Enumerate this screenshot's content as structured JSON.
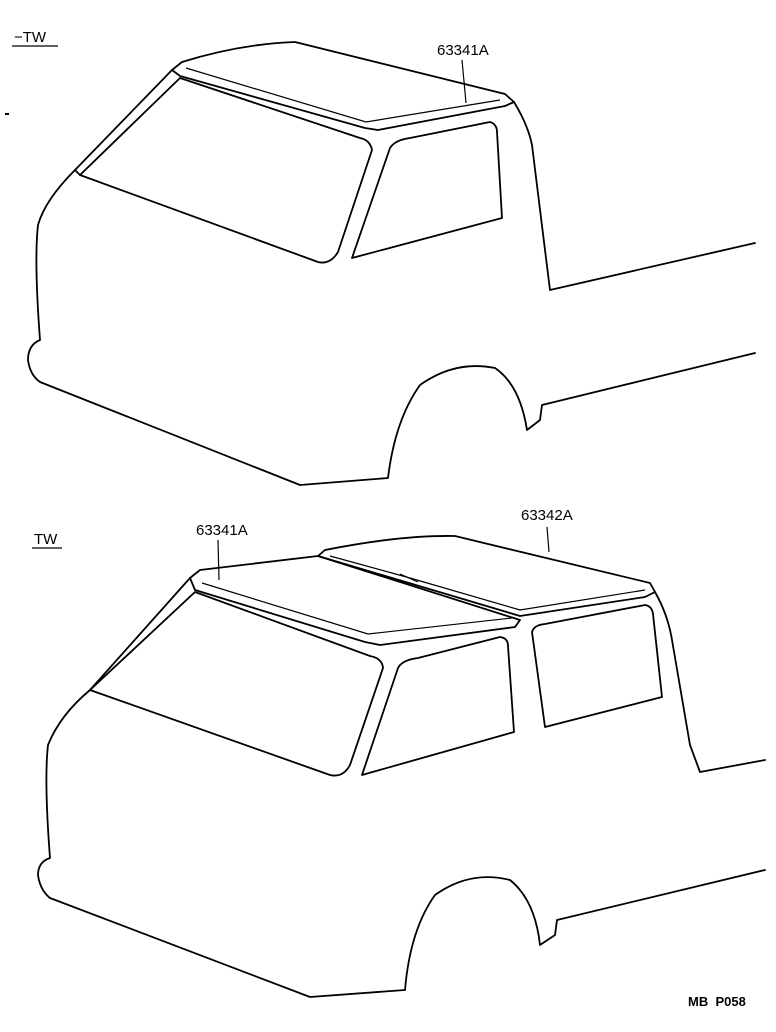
{
  "diagrams": [
    {
      "variant_label": "−TW",
      "parts": [
        {
          "number": "63341A"
        }
      ]
    },
    {
      "variant_label": "TW",
      "parts": [
        {
          "number": "63341A"
        },
        {
          "number": "63342A"
        }
      ]
    }
  ],
  "page_code": "MB  P058"
}
